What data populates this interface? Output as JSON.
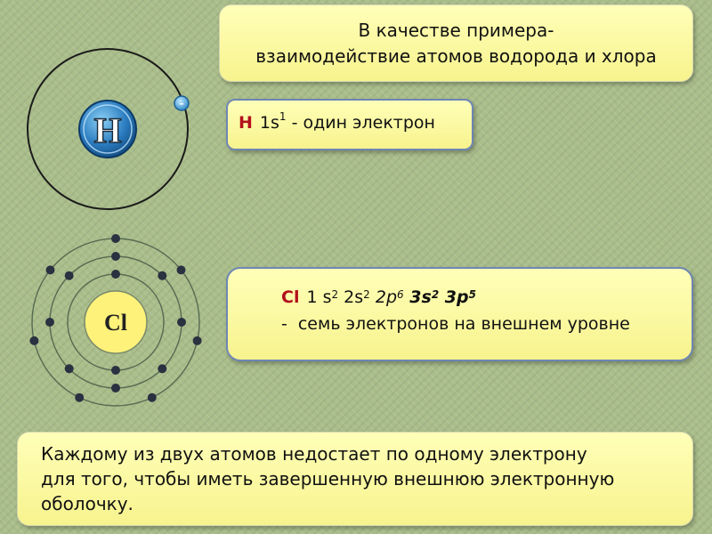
{
  "title": {
    "line1": "В качестве примера-",
    "line2": "взаимодействие атомов водорода и хлора"
  },
  "hydrogen": {
    "symbol": "H",
    "electron_sign": "–",
    "config_symbol": "H",
    "config": "1s",
    "config_sup": "1",
    "config_text": " - один электрон"
  },
  "chlorine": {
    "symbol": "Cl",
    "config_symbol": "Cl",
    "c1": "1 s",
    "c1_sup": "2",
    "c2": " 2s",
    "c2_sup": "2",
    "c3": " 2p",
    "c3_sup": "6",
    "c4": " 3s",
    "c4_sup": "2",
    "c5": " 3p",
    "c5_sup": "5",
    "dash": "-",
    "outer_text": "семь электронов на внешнем уровне",
    "shells": [
      2,
      8,
      7
    ]
  },
  "conclusion": {
    "line1": "Каждому из двух атомов недостает по одному электрону",
    "line2": "для того, чтобы иметь завершенную внешнюю электронную",
    "line3": "оболочку."
  },
  "colors": {
    "background": "#a9bd8a",
    "box_fill": "#fbf7a0",
    "box_border": "#6f86b5",
    "symbol_red": "#b3101d",
    "electron_dark": "#2a3140",
    "nucleus_yellow": "#fff27a",
    "hydrogen_blue": "#2b7cc0"
  }
}
